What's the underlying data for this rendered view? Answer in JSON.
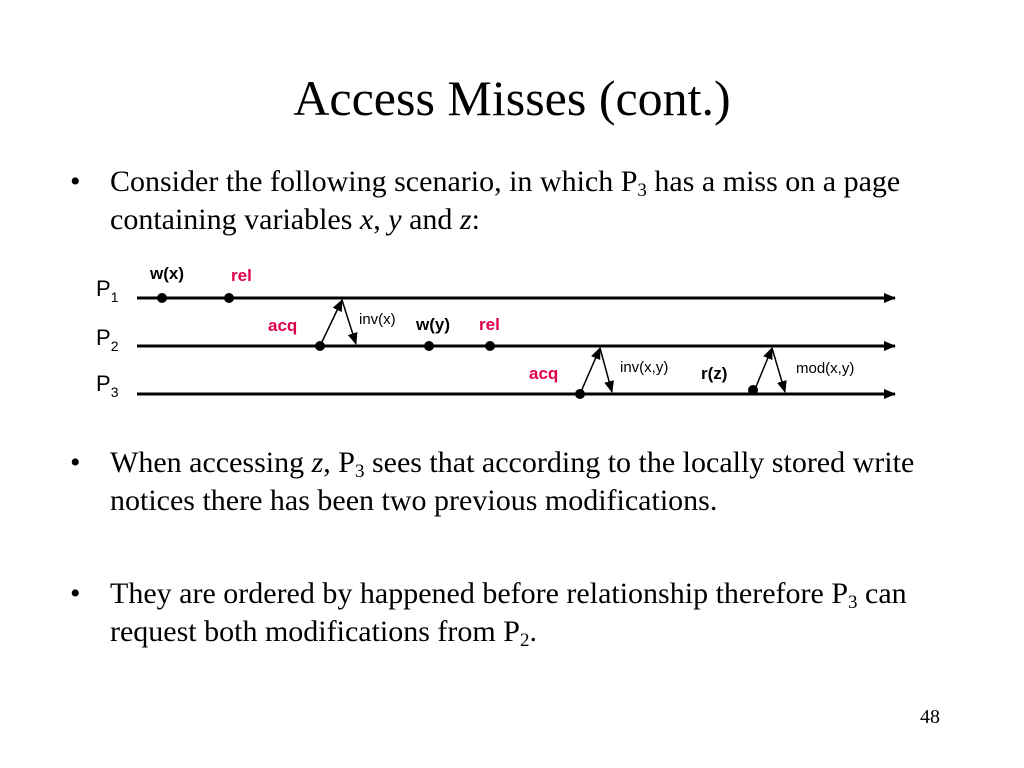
{
  "slide": {
    "title": "Access Misses (cont.)",
    "page_number": "48"
  },
  "bullets": [
    {
      "mark": "•",
      "parts": [
        "Consider the following scenario, in which P",
        "3",
        " has a miss on a page containing variables ",
        "x",
        ", ",
        "y",
        " and ",
        "z",
        ":"
      ]
    },
    {
      "mark": "•",
      "parts": [
        "When accessing ",
        "z",
        ", P",
        "3",
        " sees that according to the locally stored write notices there has been two previous modifications."
      ]
    },
    {
      "mark": "•",
      "parts": [
        "They are ordered by happened before relationship therefore P",
        "3",
        " can request both modifications from P",
        "2",
        "."
      ]
    }
  ],
  "diagram": {
    "processes": [
      {
        "name": "P",
        "index": "1"
      },
      {
        "name": "P",
        "index": "2"
      },
      {
        "name": "P",
        "index": "3"
      }
    ],
    "event_labels": {
      "p1_write_x": "w(x)",
      "p1_release": "rel",
      "p2_acquire": "acq",
      "msg_inv_x": "inv(x)",
      "p2_write_y": "w(y)",
      "p2_release": "rel",
      "p3_acquire": "acq",
      "msg_inv_xy": "inv(x,y)",
      "p3_read_z": "r(z)",
      "msg_mod_xy": "mod(x,y)"
    },
    "colors": {
      "sync_label": "#e0004d",
      "line": "#000000"
    }
  }
}
